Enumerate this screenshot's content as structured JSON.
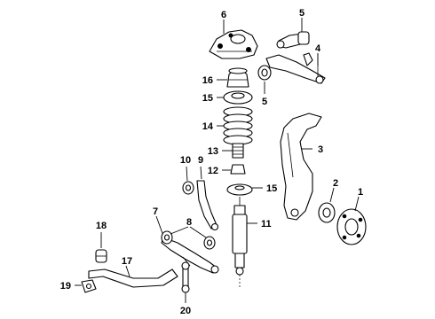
{
  "callouts": {
    "c1": "1",
    "c2": "2",
    "c3": "3",
    "c4": "4",
    "c5a": "5",
    "c5b": "5",
    "c6": "6",
    "c7": "7",
    "c8": "8",
    "c9": "9",
    "c10": "10",
    "c11": "11",
    "c12": "12",
    "c13": "13",
    "c14": "14",
    "c15a": "15",
    "c15b": "15",
    "c16": "16",
    "c17": "17",
    "c18": "18",
    "c19": "19",
    "c20": "20"
  }
}
